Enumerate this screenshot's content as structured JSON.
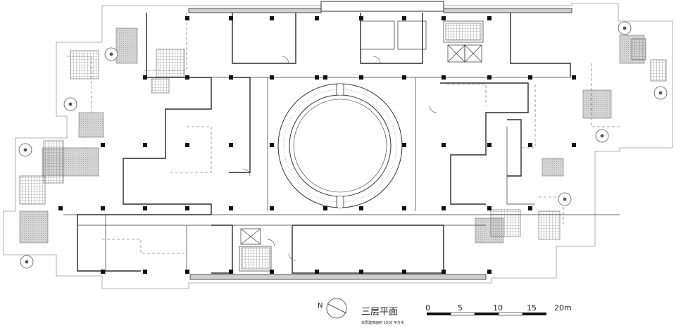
{
  "drawing": {
    "title": "三层平面",
    "subtitle": "本层建筑面积  1910 平方米",
    "north_label": "N"
  },
  "scale_bar": {
    "ticks": [
      "0",
      "5",
      "10",
      "15",
      "20m"
    ]
  },
  "colors": {
    "line": "#2a2a2a",
    "hatch": "#8a8a8a",
    "shade": "#cfcfcf",
    "background": "#ffffff"
  }
}
